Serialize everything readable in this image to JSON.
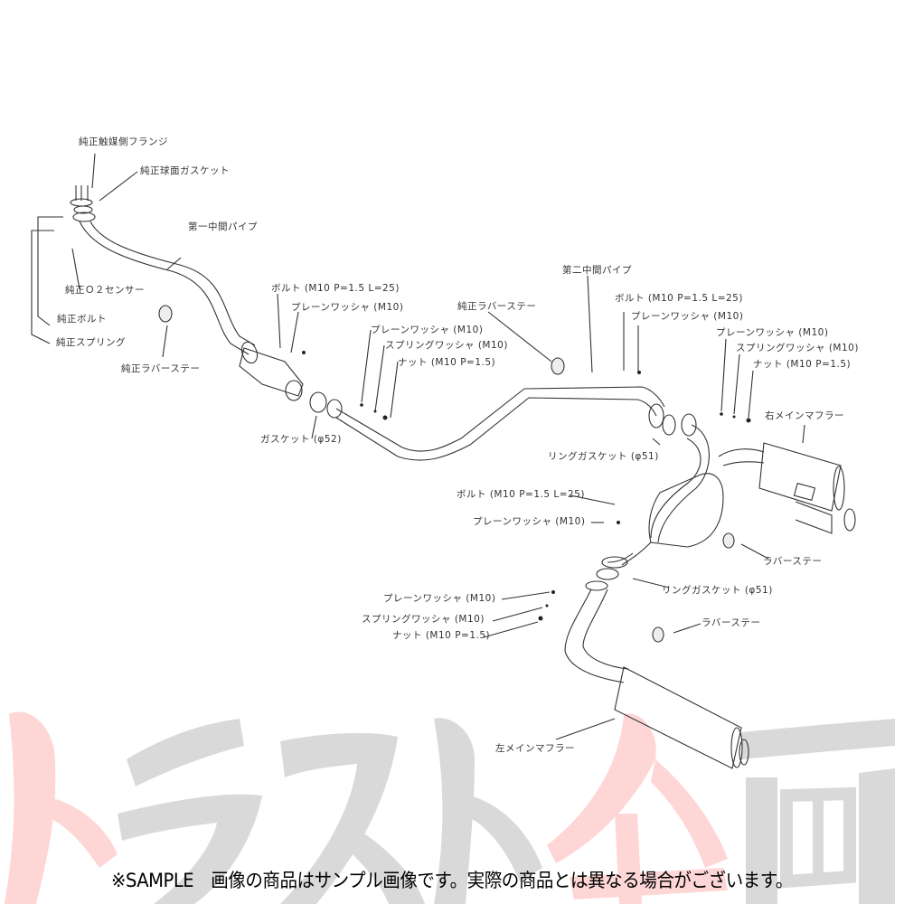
{
  "diagram": {
    "type": "exhaust-system-parts-diagram",
    "labels": {
      "oem_cat_flange": "純正触媒側フランジ",
      "oem_spherical_gasket": "純正球面ガスケット",
      "first_mid_pipe": "第一中間パイプ",
      "oem_o2_sensor": "純正Ｏ２センサー",
      "oem_bolt": "純正ボルト",
      "oem_spring": "純正スプリング",
      "oem_rubber_stay_left": "純正ラバーステー",
      "bolt_1": "ボルト (M10 P=1.5 L=25)",
      "plain_washer_1": "プレーンワッシャ (M10)",
      "gasket_52": "ガスケット (φ52)",
      "plain_washer_2": "プレーンワッシャ (M10)",
      "spring_washer_2": "スプリングワッシャ (M10)",
      "nut_2": "ナット (M10 P=1.5)",
      "oem_rubber_stay_mid": "純正ラバーステー",
      "second_mid_pipe": "第二中間パイプ",
      "bolt_3": "ボルト (M10 P=1.5 L=25)",
      "plain_washer_3": "プレーンワッシャ (M10)",
      "plain_washer_4": "プレーンワッシャ (M10)",
      "spring_washer_4": "スプリングワッシャ (M10)",
      "nut_4": "ナット (M10 P=1.5)",
      "right_main_muffler": "右メインマフラー",
      "ring_gasket_51_a": "リングガスケット (φ51)",
      "bolt_5": "ボルト (M10 P=1.5 L=25)",
      "plain_washer_5": "プレーンワッシャ (M10)",
      "rubber_stay_right": "ラバーステー",
      "ring_gasket_51_b": "リングガスケット (φ51)",
      "plain_washer_6": "プレーンワッシャ (M10)",
      "spring_washer_6": "スプリングワッシャ (M10)",
      "nut_6": "ナット (M10 P=1.5)",
      "rubber_stay_left_muffler": "ラバーステー",
      "left_main_muffler": "左メインマフラー"
    }
  },
  "watermark": {
    "text": "トラスト企画",
    "colors": {
      "gray": "#d9d9d9",
      "red": "#ffd6d6"
    }
  },
  "footer": {
    "notice": "※SAMPLE　画像の商品はサンプル画像です。実際の商品とは異なる場合がございます。"
  }
}
